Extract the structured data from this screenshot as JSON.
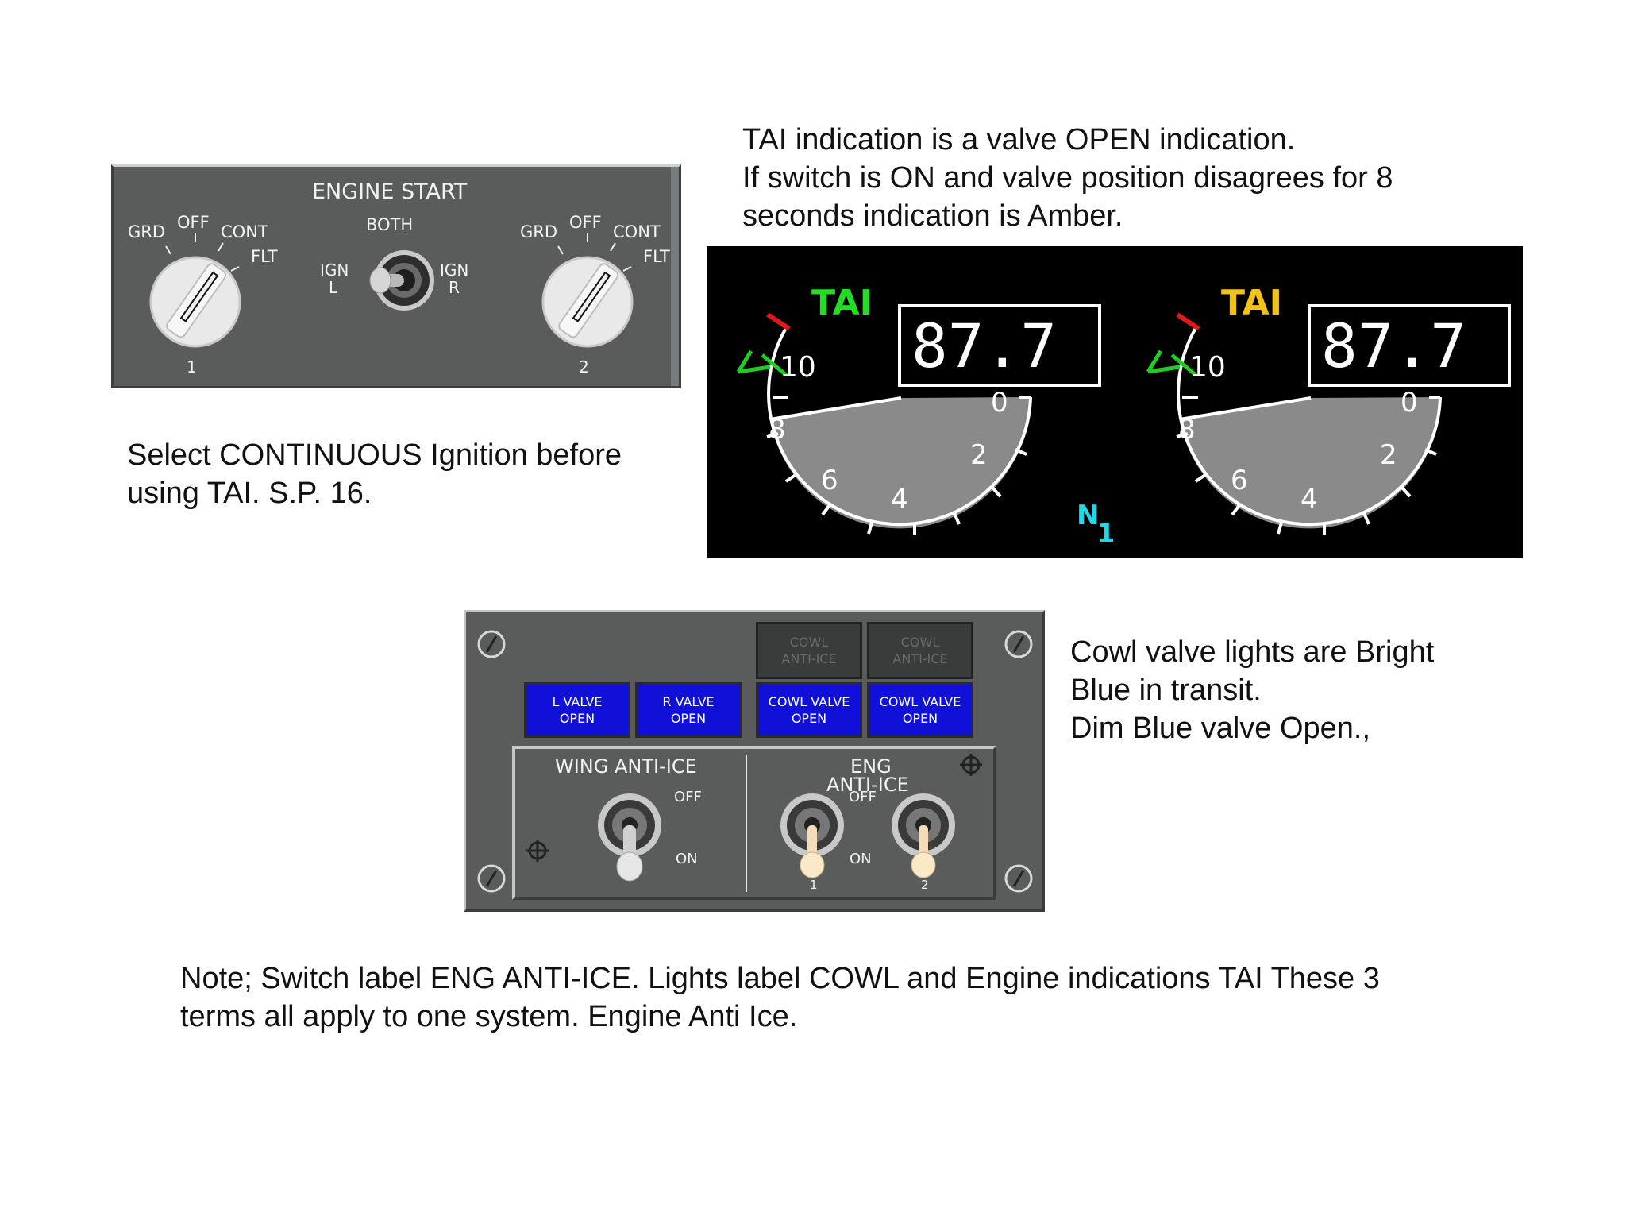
{
  "notes": {
    "tai_text": [
      "TAI indication is a valve OPEN indication.",
      "If switch is ON and valve position disagrees for 8",
      "seconds indication is Amber."
    ],
    "ignition_text": [
      "Select CONTINUOUS Ignition before",
      "using TAI.  S.P. 16."
    ],
    "cowl_text": [
      "Cowl valve lights are Bright",
      "Blue in transit.",
      "Dim Blue valve Open.,"
    ],
    "bottom_text": [
      "Note; Switch label ENG ANTI-ICE. Lights label COWL and Engine indications TAI These 3",
      "terms all apply to one system. Engine Anti Ice."
    ]
  },
  "engine_start": {
    "title": "ENGINE START",
    "knob_positions": [
      "GRD",
      "OFF",
      "CONT",
      "FLT"
    ],
    "knob1_number": "1",
    "knob2_number": "2",
    "center_switch": {
      "top": "BOTH",
      "left_line1": "IGN",
      "left_line2": "L",
      "right_line1": "IGN",
      "right_line2": "R"
    }
  },
  "eicas": {
    "left": {
      "label": "TAI",
      "label_color": "#22dd22",
      "value": "87.7"
    },
    "right": {
      "label": "TAI",
      "label_color": "#f2c21a",
      "value": "87.7"
    },
    "scale_labels": [
      "10",
      "8",
      "6",
      "4",
      "2",
      "0"
    ],
    "n1_main": "N",
    "n1_sub": "1"
  },
  "anti_ice_panel": {
    "cowl_top_1": [
      "COWL",
      "ANTI-ICE"
    ],
    "cowl_top_2": [
      "COWL",
      "ANTI-ICE"
    ],
    "l_valve": [
      "L VALVE",
      "OPEN"
    ],
    "r_valve": [
      "R VALVE",
      "OPEN"
    ],
    "cowl_valve_1": [
      "COWL VALVE",
      "OPEN"
    ],
    "cowl_valve_2": [
      "COWL VALVE",
      "OPEN"
    ],
    "wing_title": "WING ANTI-ICE",
    "eng_title_line1": "ENG",
    "eng_title_line2": "ANTI-ICE",
    "off": "OFF",
    "on": "ON",
    "eng_switch_1": "1",
    "eng_switch_2": "2"
  }
}
